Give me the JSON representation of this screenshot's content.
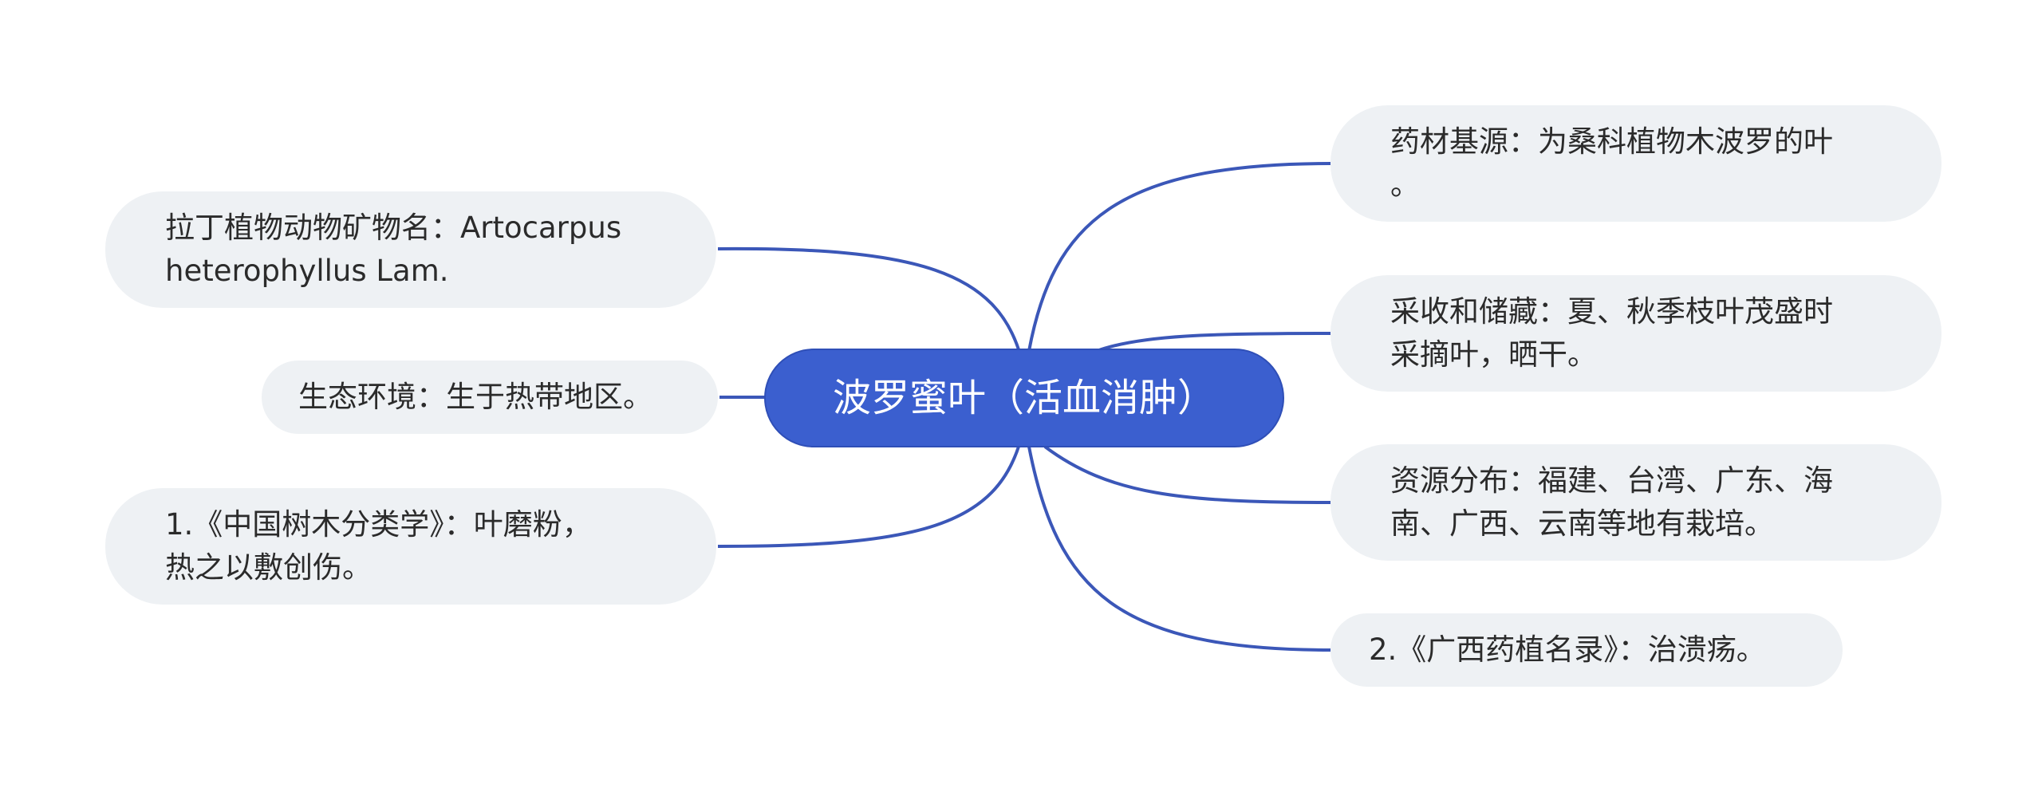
{
  "colors": {
    "accent": "#3b5fcf",
    "connector": "#3b57b8",
    "node_bg": "#eef1f4",
    "node_text": "#2b2b2b",
    "center_text": "#ffffff"
  },
  "center": {
    "text": "波罗蜜叶（活血消肿）"
  },
  "left_nodes": [
    {
      "text": "拉丁植物动物矿物名：Artocarpus\nheterophyllus Lam."
    },
    {
      "text": "生态环境：生于热带地区。"
    },
    {
      "text": "1.《中国树木分类学》：叶磨粉，\n热之以敷创伤。"
    }
  ],
  "right_nodes": [
    {
      "text": "药材基源：为桑科植物木波罗的叶\n。"
    },
    {
      "text": "采收和储藏：夏、秋季枝叶茂盛时\n采摘叶，晒干。"
    },
    {
      "text": "资源分布：福建、台湾、广东、海\n南、广西、云南等地有栽培。"
    },
    {
      "text": "2.《广西药植名录》：治溃疡。"
    }
  ]
}
